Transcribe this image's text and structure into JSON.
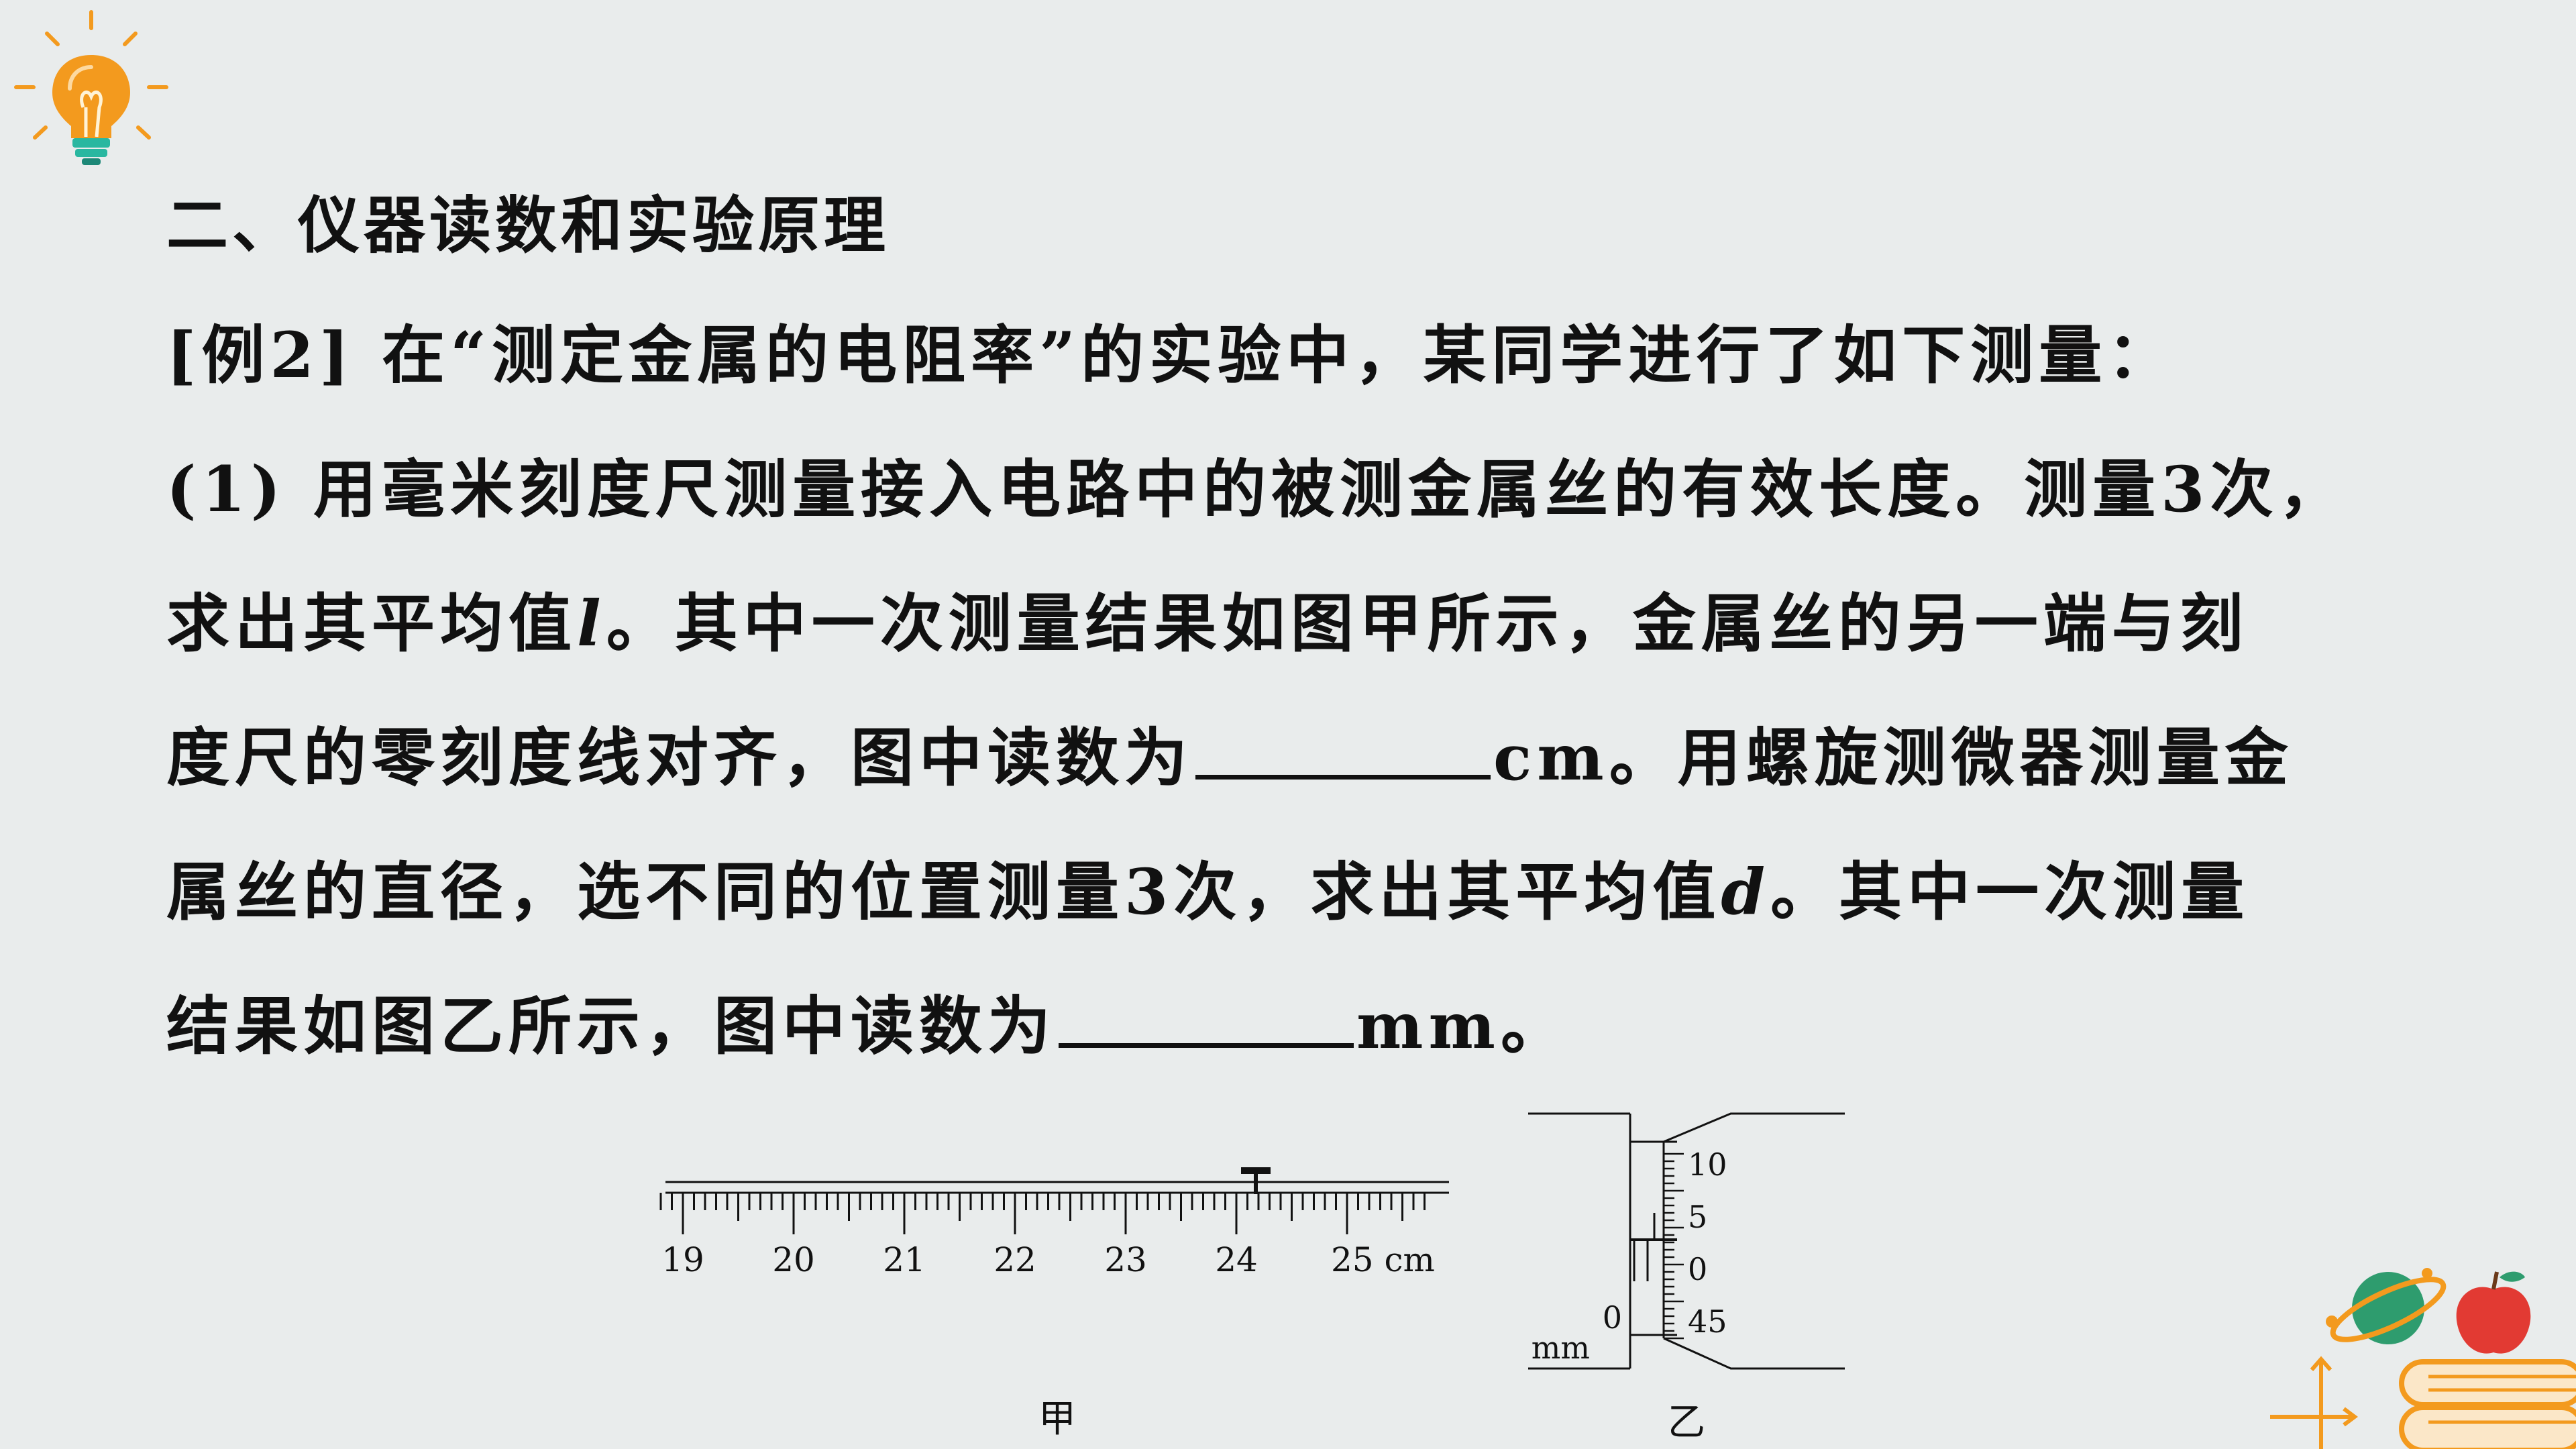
{
  "section_heading": "二、仪器读数和实验原理",
  "problem": {
    "line1": "[例2]  在“测定金属的电阻率”的实验中，某同学进行了如下测量：",
    "line2": "(1) 用毫米刻度尺测量接入电路中的被测金属丝的有效长度。测量3次，",
    "line3_pre": "求出其平均值",
    "line3_var": "l",
    "line3_post": "。其中一次测量结果如图甲所示，金属丝的另一端与刻",
    "line4_pre": "度尺的零刻度线对齐，图中读数为",
    "line4_post": "cm。用螺旋测微器测量金",
    "line5_pre": "属丝的直径，选不同的位置测量3次，求出其平均值",
    "line5_var": "d",
    "line5_post": "。其中一次测量",
    "line6_pre": "结果如图乙所示，图中读数为",
    "line6_post": "mm。"
  },
  "figure_a": {
    "caption": "甲",
    "tick_labels": [
      "19",
      "20",
      "21",
      "22",
      "23",
      "24",
      "25 cm"
    ]
  },
  "figure_b": {
    "caption": "乙",
    "unit": "mm",
    "sleeve_zero": "0",
    "thimble_labels": [
      "10",
      "5",
      "0",
      "45"
    ]
  },
  "colors": {
    "background": "#e9ecec",
    "text": "#111111",
    "bulb": "#f39a1e",
    "planet": "#2e9c6e",
    "apple": "#e23a33"
  },
  "icons": [
    "lightbulb-icon",
    "planet-icon",
    "apple-icon",
    "book-icon",
    "axes-icon"
  ]
}
